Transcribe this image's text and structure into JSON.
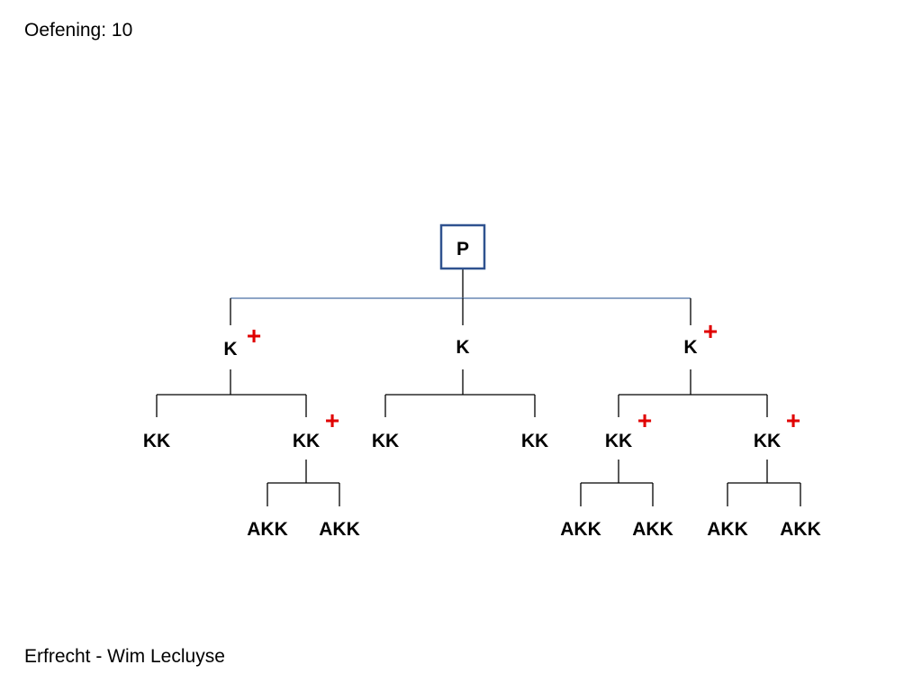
{
  "header": {
    "title": "Oefening: 10"
  },
  "footer": {
    "text": "Erfrecht - Wim Lecluyse"
  },
  "colors": {
    "plus": "#e00000",
    "box": "#2f528f",
    "main_line": "#4a6fa5",
    "line": "#000000"
  },
  "tree": {
    "root": "P",
    "children": [
      {
        "label": "K",
        "plus": true,
        "children": [
          {
            "label": "KK",
            "plus": false,
            "children": []
          },
          {
            "label": "KK",
            "plus": true,
            "children": [
              {
                "label": "AKK"
              },
              {
                "label": "AKK"
              }
            ]
          }
        ]
      },
      {
        "label": "K",
        "plus": false,
        "children": [
          {
            "label": "KK",
            "plus": false,
            "children": []
          },
          {
            "label": "KK",
            "plus": false,
            "children": []
          }
        ]
      },
      {
        "label": "K",
        "plus": true,
        "children": [
          {
            "label": "KK",
            "plus": true,
            "children": [
              {
                "label": "AKK"
              },
              {
                "label": "AKK"
              }
            ]
          },
          {
            "label": "KK",
            "plus": true,
            "children": [
              {
                "label": "AKK"
              },
              {
                "label": "AKK"
              }
            ]
          }
        ]
      }
    ]
  },
  "plus_symbol": "+"
}
